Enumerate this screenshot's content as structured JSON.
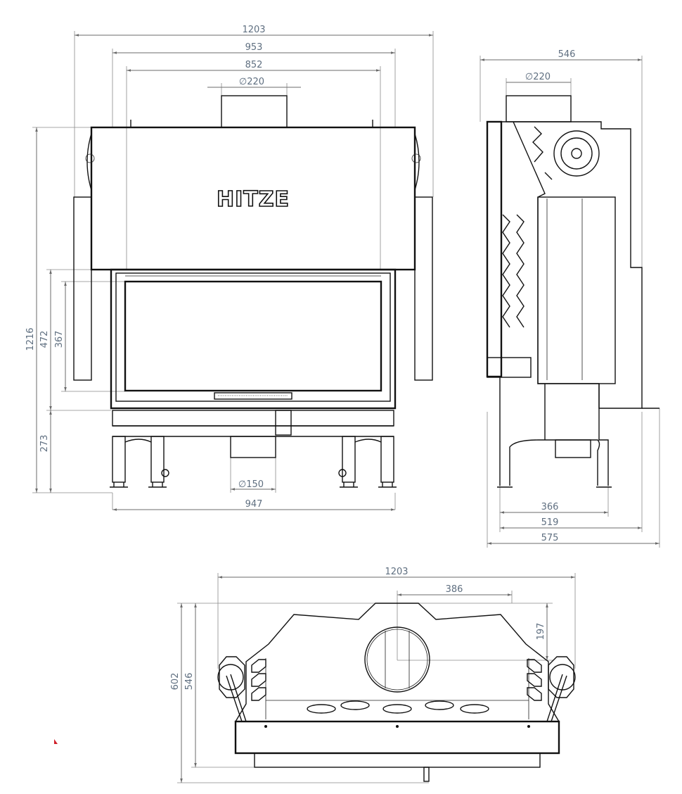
{
  "brand": "HITZE",
  "colors": {
    "dimension_text": "#5f6f80",
    "outline": "#111111",
    "dimension_line": "#6b6b6b",
    "marker": "#d0202a"
  },
  "front_view": {
    "width_overall": "1203",
    "width_body": "953",
    "width_inner": "852",
    "flue_diameter": "∅220",
    "height_overall": "1216",
    "door_height": "472",
    "glass_height": "367",
    "base_height": "273",
    "air_inlet_diameter": "∅150",
    "leg_span": "947"
  },
  "side_view": {
    "depth_top": "546",
    "flue_diameter": "∅220",
    "leg_depth": "366",
    "depth_body": "519",
    "depth_overall": "575"
  },
  "top_view": {
    "width_overall": "1203",
    "flue_offset": "386",
    "flue_depth": "197",
    "depth_overall": "602",
    "depth_body": "546"
  }
}
